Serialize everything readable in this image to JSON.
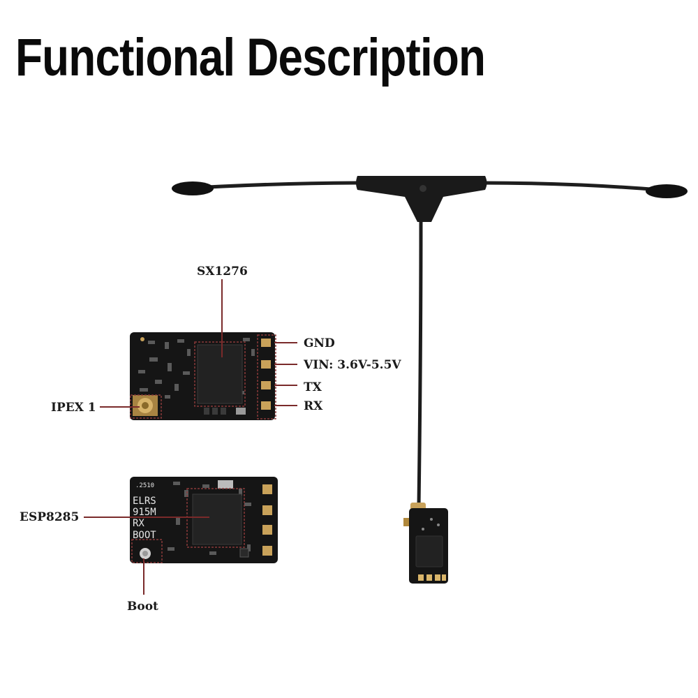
{
  "title": "Functional Description",
  "labels": {
    "chip_rf": "SX1276",
    "pin_gnd": "GND",
    "pin_vin": "VIN: 3.6V-5.5V",
    "pin_tx": "TX",
    "pin_rx": "RX",
    "antenna_connector": "IPEX 1",
    "chip_mcu": "ESP8285",
    "boot_button": "Boot"
  },
  "board_back": {
    "silkscreen_lines": [
      ".2510",
      "ELRS",
      "915M",
      "RX",
      "BOOT"
    ]
  },
  "colors": {
    "callout_line": "#7a2a2a",
    "highlight_box": "#8a3a3a",
    "pcb": "#151515",
    "pad_gold": "#c9a25a",
    "antenna": "#1e1e1e"
  }
}
